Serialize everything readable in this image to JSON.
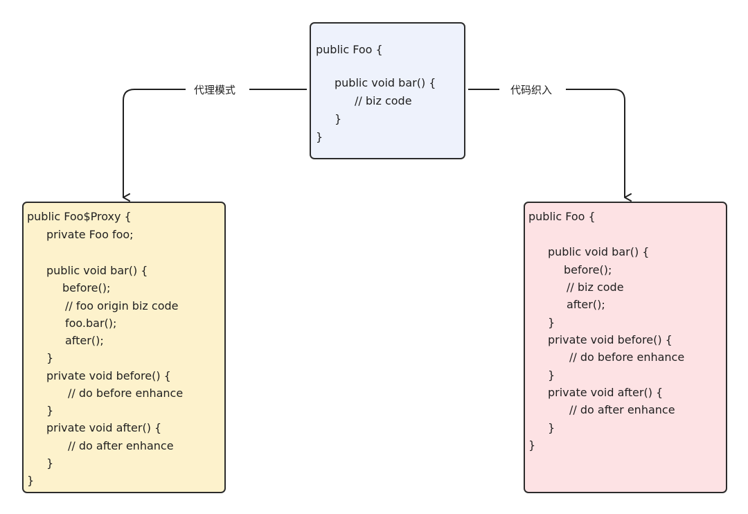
{
  "colors": {
    "top_box_fill": "#eef2fc",
    "left_box_fill": "#fdf2cc",
    "right_box_fill": "#fde2e4",
    "border": "#2b2b2b"
  },
  "boxes": {
    "top": {
      "lines": [
        "public Foo {",
        "public void bar() {",
        "// biz code",
        "}",
        "}"
      ]
    },
    "left": {
      "lines": [
        "public Foo$Proxy {",
        "private Foo foo;",
        "public void bar() {",
        "before();",
        "// foo origin biz code",
        "foo.bar();",
        "after();",
        "}",
        "private void before() {",
        "// do before enhance",
        "}",
        "private void after() {",
        "// do after enhance",
        "}",
        "}"
      ]
    },
    "right": {
      "lines": [
        "public Foo {",
        "public void bar() {",
        "before();",
        "// biz code",
        "after();",
        "}",
        "private void before() {",
        "// do before enhance",
        "}",
        "private void after() {",
        "// do after enhance",
        "}",
        "}"
      ]
    }
  },
  "edges": {
    "left_label": "代理模式",
    "right_label": "代码织入"
  }
}
